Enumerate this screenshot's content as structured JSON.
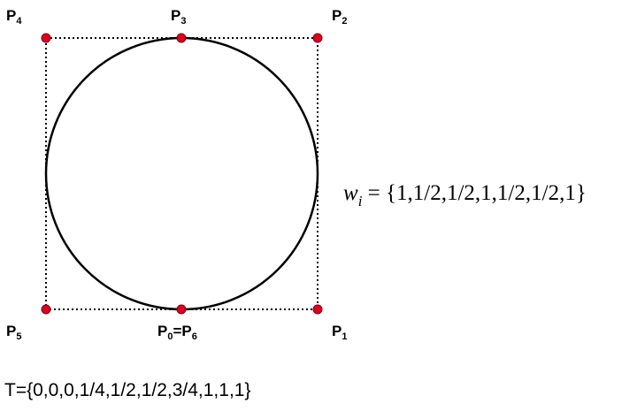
{
  "control_points": [
    {
      "id": "P0",
      "letter": "P",
      "index": "0",
      "shared": "P6"
    },
    {
      "id": "P1",
      "letter": "P",
      "index": "1"
    },
    {
      "id": "P2",
      "letter": "P",
      "index": "2"
    },
    {
      "id": "P3",
      "letter": "P",
      "index": "3"
    },
    {
      "id": "P4",
      "letter": "P",
      "index": "4"
    },
    {
      "id": "P5",
      "letter": "P",
      "index": "5"
    }
  ],
  "labels": {
    "p0_letter": "P",
    "p0_index": "0",
    "p0_eq": "=",
    "p6_letter": "P",
    "p6_index": "6",
    "p1_letter": "P",
    "p1_index": "1",
    "p2_letter": "P",
    "p2_index": "2",
    "p3_letter": "P",
    "p3_index": "3",
    "p4_letter": "P",
    "p4_index": "4",
    "p5_letter": "P",
    "p5_index": "5"
  },
  "weights": {
    "symbol": "w",
    "subscript": "i",
    "equals": " = ",
    "values": "{1,1/2,1/2,1,1/2,1/2,1}"
  },
  "knot_vector": "T={0,0,0,1/4,1/2,1/2,3/4,1,1,1}",
  "colors": {
    "point_fill": "#dd0020",
    "point_stroke": "#800010",
    "curve": "#000000",
    "polygon": "#000000"
  }
}
